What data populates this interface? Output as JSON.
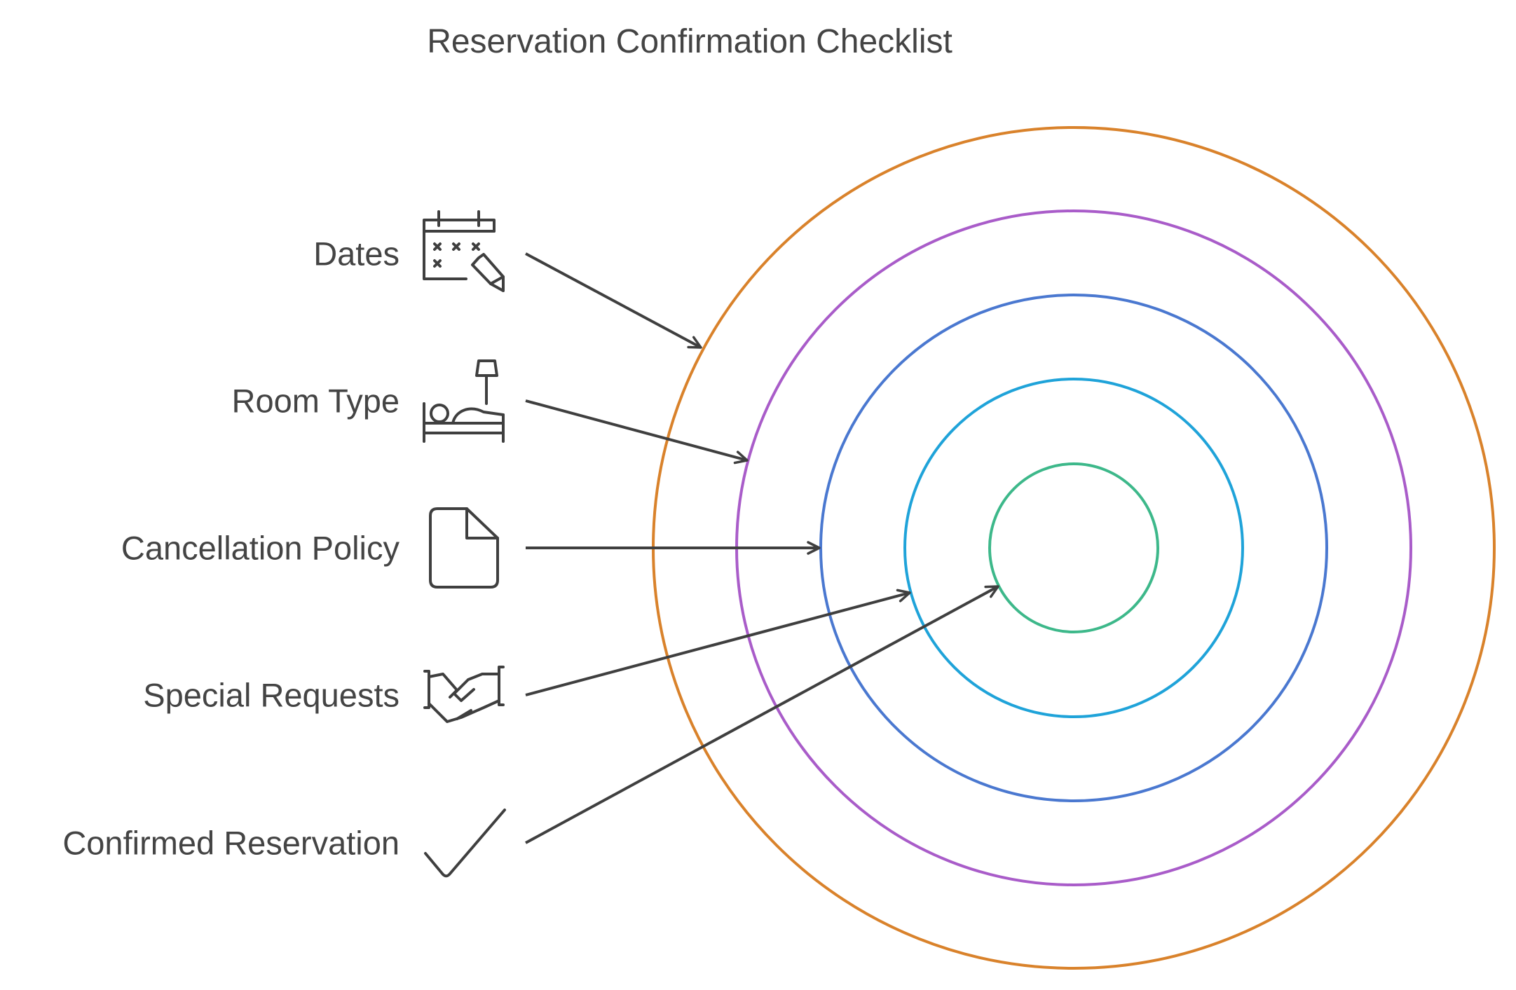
{
  "title": "Reservation Confirmation Checklist",
  "items": [
    {
      "label": "Dates",
      "icon": "calendar-edit-icon"
    },
    {
      "label": "Room Type",
      "icon": "bed-lamp-icon"
    },
    {
      "label": "Cancellation Policy",
      "icon": "document-icon"
    },
    {
      "label": "Special Requests",
      "icon": "handshake-icon"
    },
    {
      "label": "Confirmed Reservation",
      "icon": "checkmark-icon"
    }
  ],
  "rings": [
    {
      "name": "ring-dates",
      "color": "#D9822B"
    },
    {
      "name": "ring-room-type",
      "color": "#A95CC9"
    },
    {
      "name": "ring-cancellation-policy",
      "color": "#4A78D0"
    },
    {
      "name": "ring-special-requests",
      "color": "#1FA3D9"
    },
    {
      "name": "ring-confirmed-reservation",
      "color": "#3DB88A"
    }
  ],
  "colors": {
    "text": "#444444",
    "stroke": "#3f3f3f"
  }
}
